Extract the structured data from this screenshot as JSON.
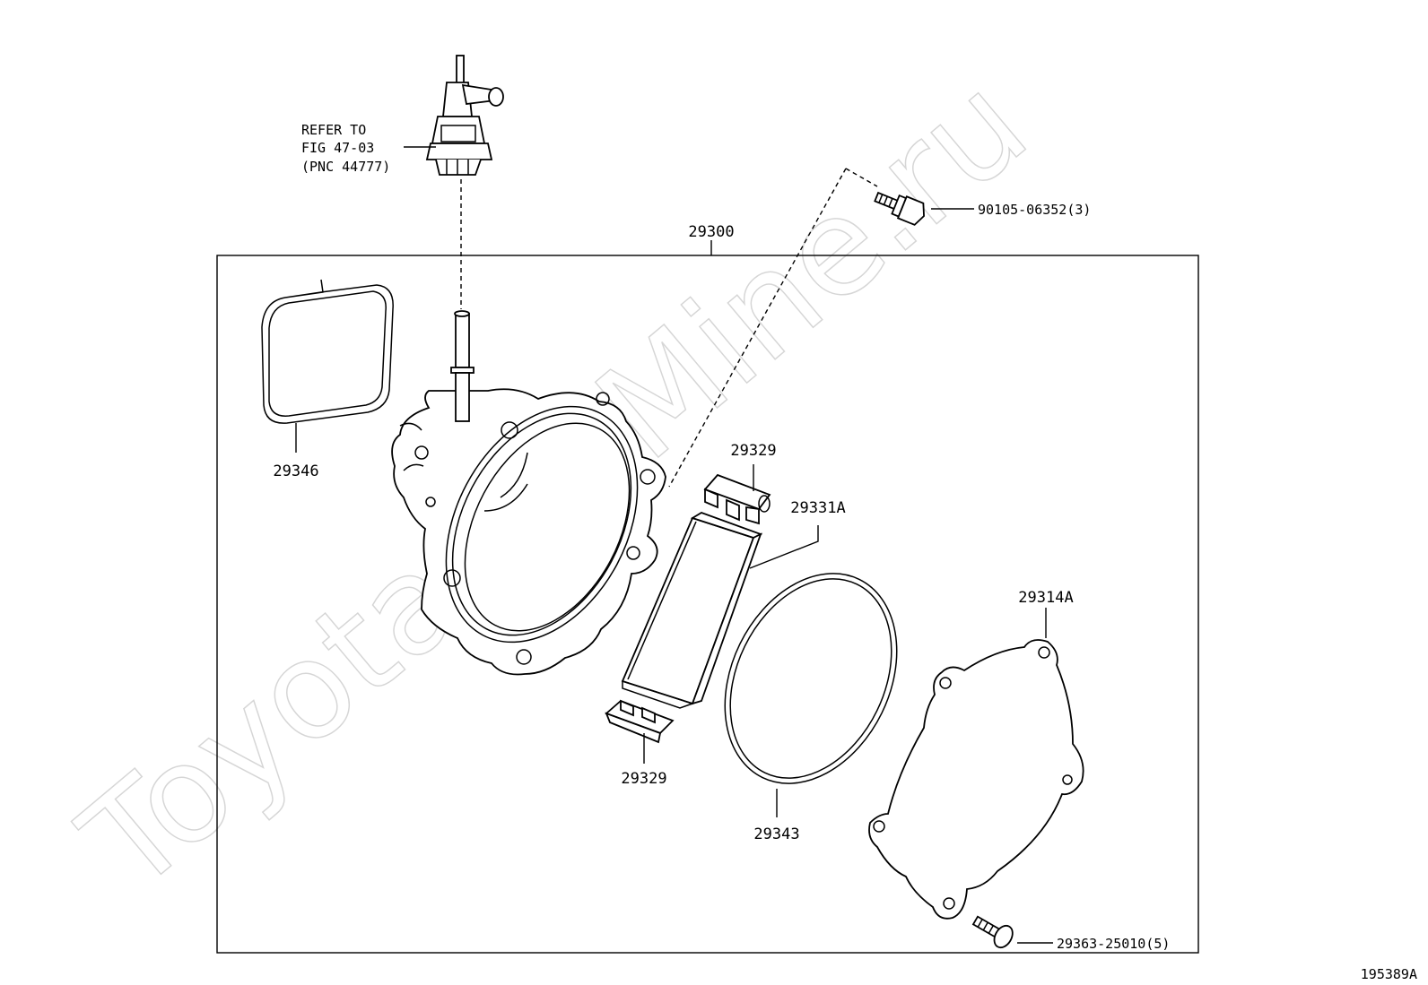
{
  "watermark": "ToyotaCarMine.ru",
  "figure_id": "195389A",
  "assembly": {
    "number": "29300"
  },
  "reference": {
    "line1": "REFER TO",
    "line2": "FIG 47-03",
    "line3": "(PNC 44777)"
  },
  "callouts": {
    "bolt_top": "90105-06352(3)",
    "gasket_left": "29346",
    "plate_top": "29329",
    "vane": "29331A",
    "plate_bottom": "29329",
    "oring": "29343",
    "cover": "29314A",
    "screw_bottom": "29363-25010(5)"
  }
}
